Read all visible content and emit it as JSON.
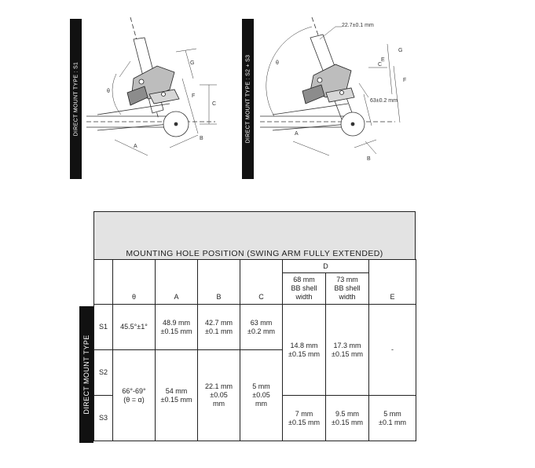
{
  "diagrams": {
    "left": {
      "side_label": "DIRECT MOUNT TYPE : S1",
      "labels": {
        "theta": "θ",
        "a": "A",
        "b": "B",
        "c": "C",
        "f": "F",
        "g": "G"
      }
    },
    "right": {
      "side_label": "DIRECT MOUNT TYPE : S2 + S3",
      "labels": {
        "theta": "θ",
        "a": "A",
        "b": "B",
        "c": "C",
        "e": "E",
        "f": "F",
        "g": "G",
        "dim_top": "22.7±0.1 mm",
        "dim_side": "63±0.2 mm"
      }
    }
  },
  "table": {
    "title": "MOUNTING HOLE POSITION (SWING ARM FULLY EXTENDED)",
    "group_header_d": "D",
    "columns": {
      "theta": "θ",
      "a": "A",
      "b": "B",
      "c": "C",
      "d68": [
        "68 mm",
        "BB shell",
        "width"
      ],
      "d73": [
        "73 mm",
        "BB shell",
        "width"
      ],
      "e": "E"
    },
    "row_group_label": "DIRECT MOUNT TYPE",
    "rows": {
      "s1": {
        "label": "S1",
        "theta": "45.5°±1°",
        "a": [
          "48.9 mm",
          "±0.15 mm"
        ],
        "b": [
          "42.7 mm",
          "±0.1 mm"
        ],
        "c": [
          "63 mm",
          "±0.2 mm"
        ]
      },
      "s2": {
        "label": "S2",
        "theta": [
          "66°-69°",
          "(θ = α)"
        ],
        "a": [
          "54 mm",
          "±0.15 mm"
        ],
        "b": [
          "22.1 mm",
          "±0.05",
          "mm"
        ],
        "c": [
          "5 mm",
          "±0.05",
          "mm"
        ]
      },
      "s3": {
        "label": "S3",
        "d68": [
          "7 mm",
          "±0.15 mm"
        ],
        "d73": [
          "9.5 mm",
          "±0.15 mm"
        ],
        "e": [
          "5 mm",
          "±0.1 mm"
        ]
      },
      "s1s2_shared": {
        "d68": [
          "14.8 mm",
          "±0.15 mm"
        ],
        "d73": [
          "17.3 mm",
          "±0.15 mm"
        ],
        "e": "-"
      }
    }
  }
}
